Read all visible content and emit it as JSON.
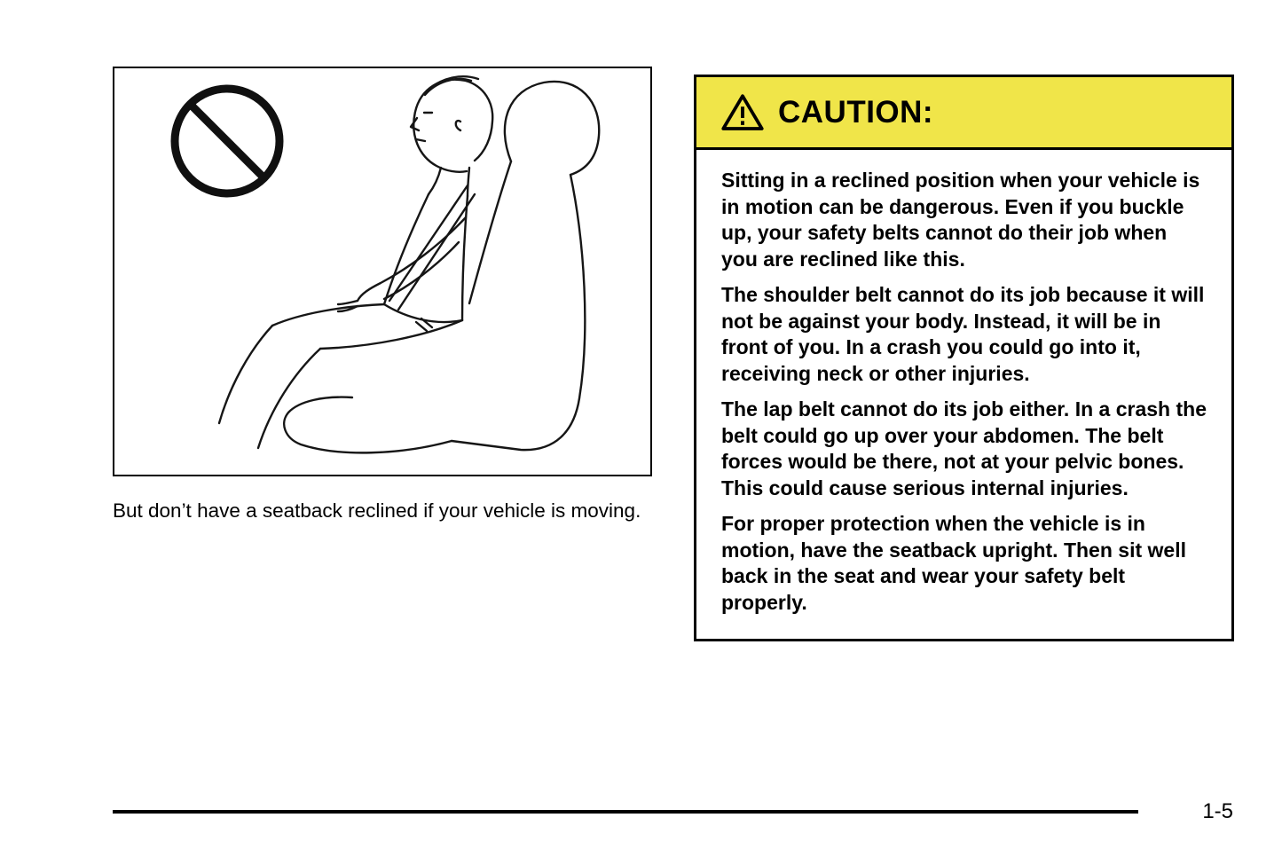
{
  "figure": {
    "caption": "But don’t have a seatback reclined if your vehicle is moving.",
    "illustration": "line drawing of a person reclined in a vehicle seat wearing a safety belt",
    "no_symbol_icon": "no-symbol-icon"
  },
  "caution": {
    "title": "CAUTION:",
    "icon": "warning-triangle-icon",
    "header_bg": "#f0e549",
    "border_color": "#000000",
    "paragraphs": [
      "Sitting in a reclined position when your vehicle is in motion can be dangerous. Even if you buckle up, your safety belts cannot do their job when you are reclined like this.",
      "The shoulder belt cannot do its job because it will not be against your body. Instead, it will be in front of you. In a crash you could go into it, receiving neck or other injuries.",
      "The lap belt cannot do its job either. In a crash the belt could go up over your abdomen. The belt forces would be there, not at your pelvic bones. This could cause serious internal injuries.",
      "For proper protection when the vehicle is in motion, have the seatback upright. Then sit well back in the seat and wear your safety belt properly."
    ]
  },
  "footer": {
    "page_number": "1-5"
  }
}
